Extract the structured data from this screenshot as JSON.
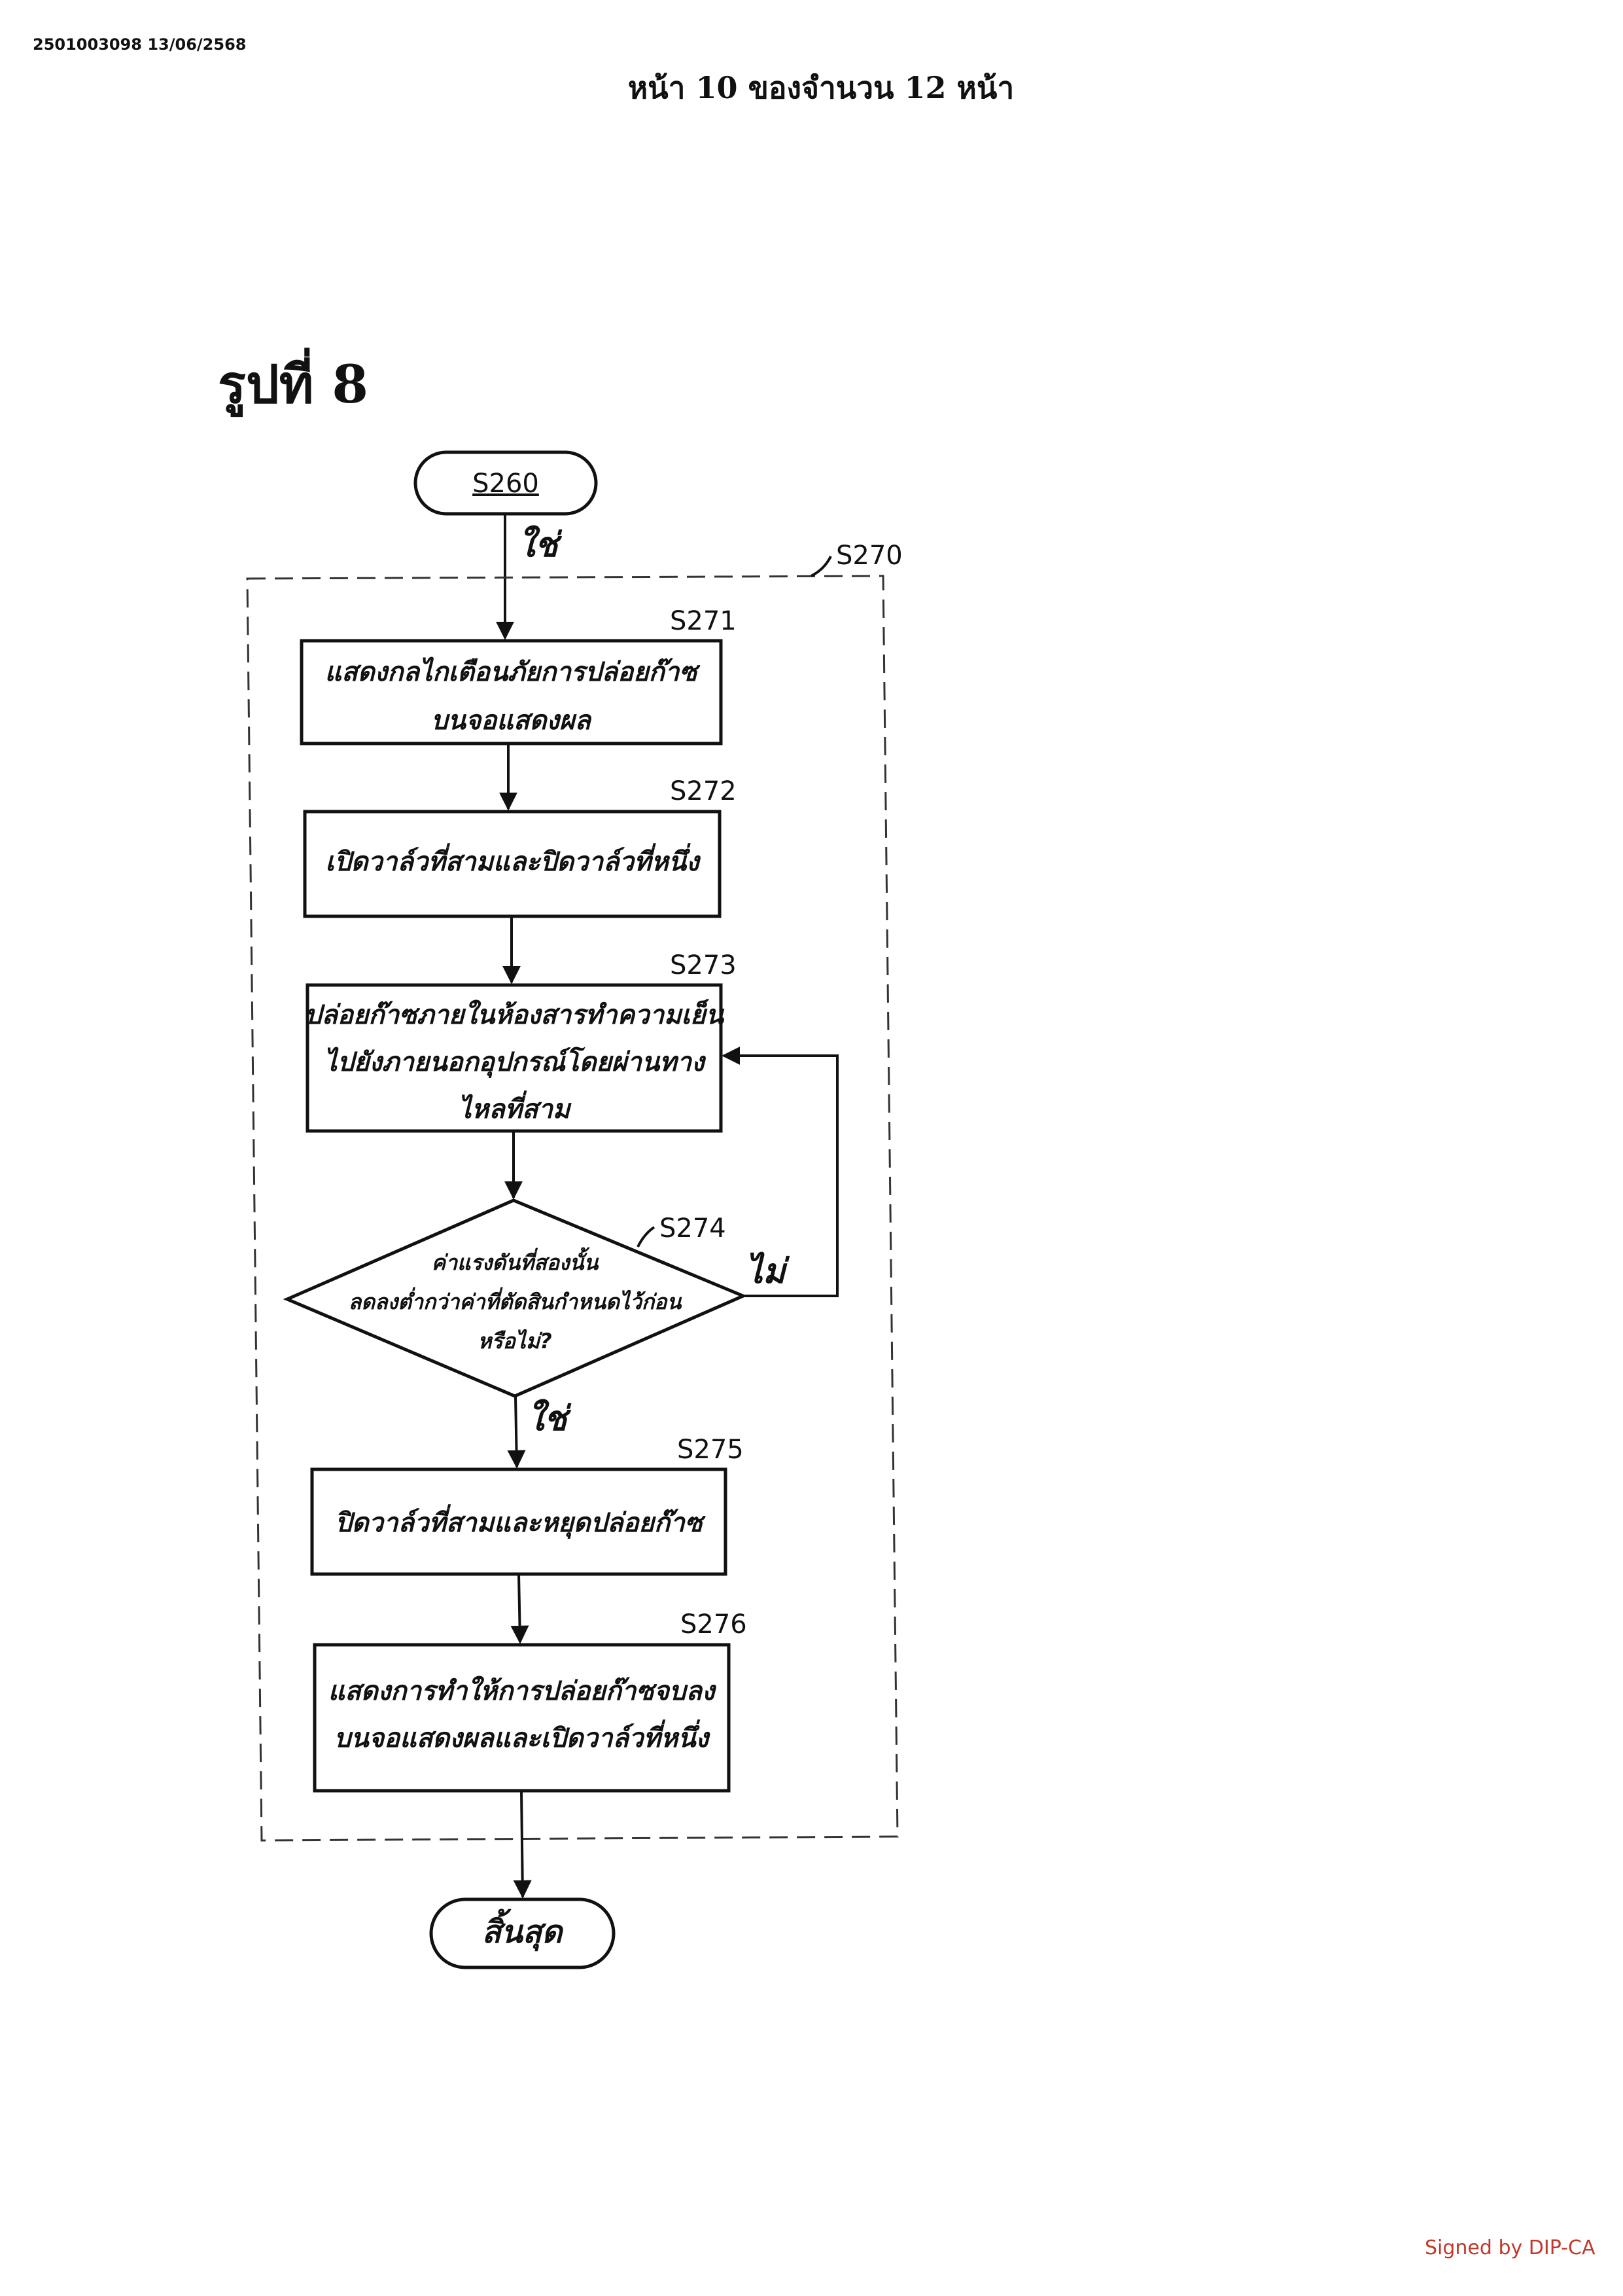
{
  "header": {
    "doc_id": "2501003098 13/06/2568",
    "page_title": "หน้า 10 ของจำนวน 12 หน้า"
  },
  "figure": {
    "title": "รูปที่ 8",
    "start": {
      "label": "S260"
    },
    "group": {
      "label": "S270"
    },
    "yes_label": "ใช่",
    "no_label": "ไม่",
    "steps": [
      {
        "id": "S271",
        "lines": [
          "แสดงกลไกเตือนภัยการปล่อยก๊าซ",
          "บนจอแสดงผล"
        ]
      },
      {
        "id": "S272",
        "lines": [
          "เปิดวาล์วที่สามและปิดวาล์วที่หนึ่ง"
        ]
      },
      {
        "id": "S273",
        "lines": [
          "ปล่อยก๊าซภายในห้องสารทำความเย็น",
          "ไปยังภายนอกอุปกรณ์โดยผ่านทาง",
          "ไหลที่สาม"
        ]
      },
      {
        "id": "S274",
        "lines": [
          "ค่าแรงดันที่สองนั้น",
          "ลดลงต่ำกว่าค่าที่ตัดสินกำหนดไว้ก่อน",
          "หรือไม่?"
        ]
      },
      {
        "id": "S275",
        "lines": [
          "ปิดวาล์วที่สามและหยุดปล่อยก๊าซ"
        ]
      },
      {
        "id": "S276",
        "lines": [
          "แสดงการทำให้การปล่อยก๊าซจบลง",
          "บนจอแสดงผลและเปิดวาล์วที่หนึ่ง"
        ]
      }
    ],
    "end": {
      "label": "สิ้นสุด"
    }
  },
  "footer": {
    "signature": "Signed by DIP-CA"
  },
  "colors": {
    "signature": "#c0392b",
    "ink": "#111111"
  }
}
